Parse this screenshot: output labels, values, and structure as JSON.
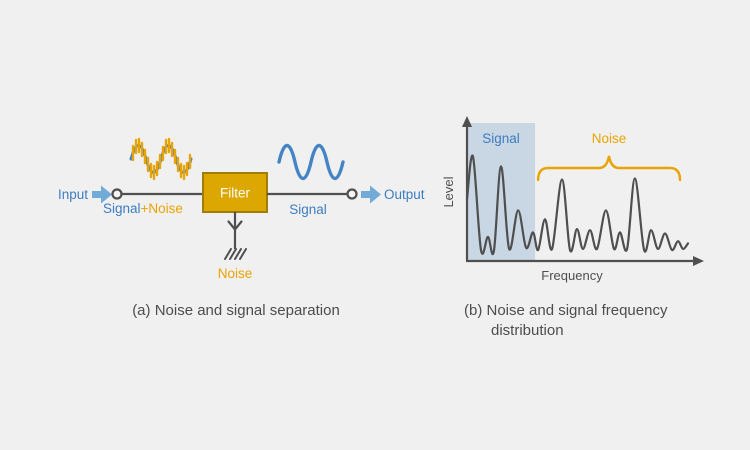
{
  "figure": {
    "caption_a": "(a) Noise and signal separation",
    "caption_b": "(b) Noise and signal frequency distribution"
  },
  "diagram": {
    "input_label": "Input",
    "output_label": "Output",
    "filter_label": "Filter",
    "line_in_signal": "Signal",
    "line_in_noise": "+Noise",
    "line_out_signal": "Signal",
    "ground_noise_label": "Noise"
  },
  "chart_data": {
    "type": "line",
    "title": "",
    "xlabel": "Frequency",
    "ylabel": "Level",
    "x_range": [
      0,
      100
    ],
    "y_range": [
      0,
      100
    ],
    "grid": false,
    "legend": "none",
    "signal_band": {
      "label": "Signal",
      "x": [
        0,
        29.6
      ]
    },
    "noise_band": {
      "label": "Noise",
      "x": [
        30.9,
        92.6
      ]
    },
    "points": [
      [
        0,
        56
      ],
      [
        2.6,
        95
      ],
      [
        6.1,
        10
      ],
      [
        9.1,
        22
      ],
      [
        11.7,
        9
      ],
      [
        14.8,
        86
      ],
      [
        18.3,
        11
      ],
      [
        22.2,
        46
      ],
      [
        25.7,
        12
      ],
      [
        28.7,
        26
      ],
      [
        30.9,
        10
      ],
      [
        33.9,
        38
      ],
      [
        37,
        11
      ],
      [
        41.3,
        74
      ],
      [
        44.8,
        10
      ],
      [
        47.8,
        29
      ],
      [
        50.4,
        11
      ],
      [
        53.5,
        28
      ],
      [
        56.5,
        11
      ],
      [
        60.4,
        46
      ],
      [
        63.9,
        11
      ],
      [
        66.5,
        26
      ],
      [
        69.6,
        11
      ],
      [
        73,
        75
      ],
      [
        77,
        10
      ],
      [
        80,
        28
      ],
      [
        83,
        11
      ],
      [
        86.1,
        25
      ],
      [
        89.1,
        10
      ],
      [
        91.7,
        18
      ],
      [
        93.9,
        11
      ],
      [
        96.1,
        16
      ]
    ]
  },
  "colors": {
    "background": "#f0f0f0",
    "blue_text": "#3e7dc1",
    "blue_wave": "#4584c4",
    "light_blue_arrow": "#72aad8",
    "orange": "#e9a403",
    "filter_fill": "#dca700",
    "filter_border": "#9f7d08",
    "filter_text": "#ffffff",
    "line_gray": "#4f4f4f",
    "caption_gray": "#4d4d4d",
    "signal_band_fill": "#c9d6e3"
  }
}
